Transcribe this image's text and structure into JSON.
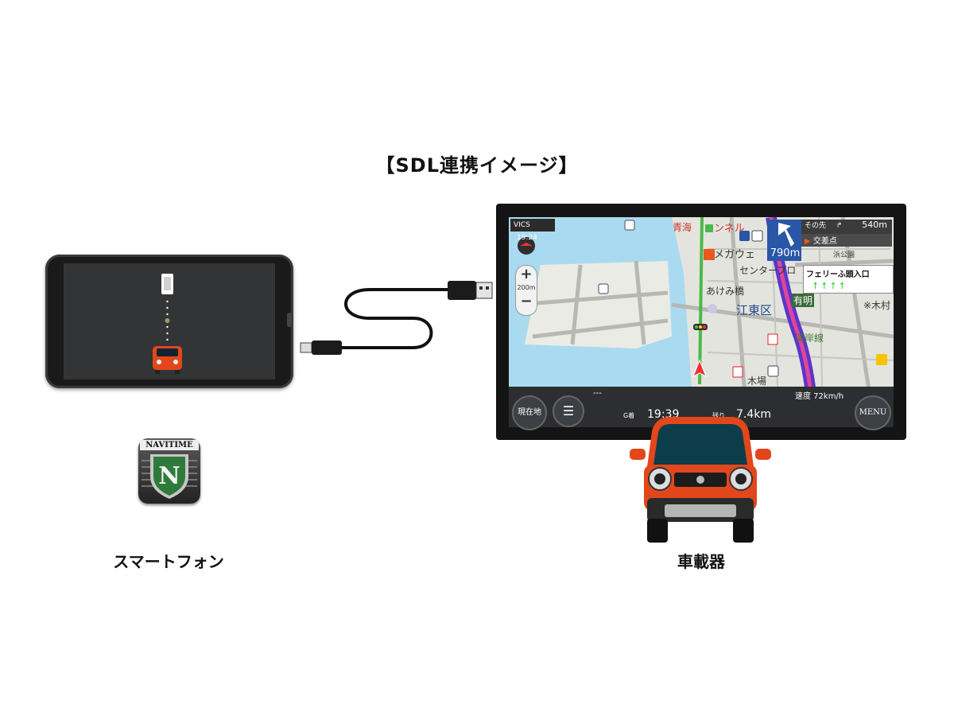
{
  "title": "【SDL連携イメージ】",
  "smartphone": {
    "caption": "スマートフォン",
    "app_icon": {
      "brand": "NAVITIME",
      "letter": "N"
    }
  },
  "head_unit": {
    "caption": "車載器",
    "status": {
      "vics_label": "VICS",
      "clock": "19:24"
    },
    "guidance": {
      "turn_distance": "790m",
      "next_label": "その先",
      "next_distance": "540m",
      "intersection": "交差点",
      "lane_label": "フェリーふ頭入口"
    },
    "zoom": {
      "plus": "+",
      "minus": "−",
      "scale": "200m"
    },
    "map_labels": {
      "label1": "青海",
      "label2": "ンネル",
      "label3": "メガウェ",
      "label4": "センタープロ",
      "label5": "あけみ橋",
      "label6": "江東区",
      "label7": "有明",
      "label8": "湾岸線",
      "label9": "木場",
      "label10": "※木村",
      "label11": "浜公園"
    },
    "bottom": {
      "current_pos_button": "現在地",
      "menu_button": "MENU",
      "road_name": "---",
      "arrival_prefix": "G着",
      "arrival_time": "19:39",
      "remaining_prefix": "残り",
      "remaining_distance": "7.4km",
      "speed": "速度 72km/h"
    }
  },
  "colors": {
    "car_body": "#e2471c",
    "route_pink": "#e0459a",
    "route_blue": "#5a37c9",
    "water": "#aadaf0",
    "nav_blue": "#2a56a8"
  }
}
